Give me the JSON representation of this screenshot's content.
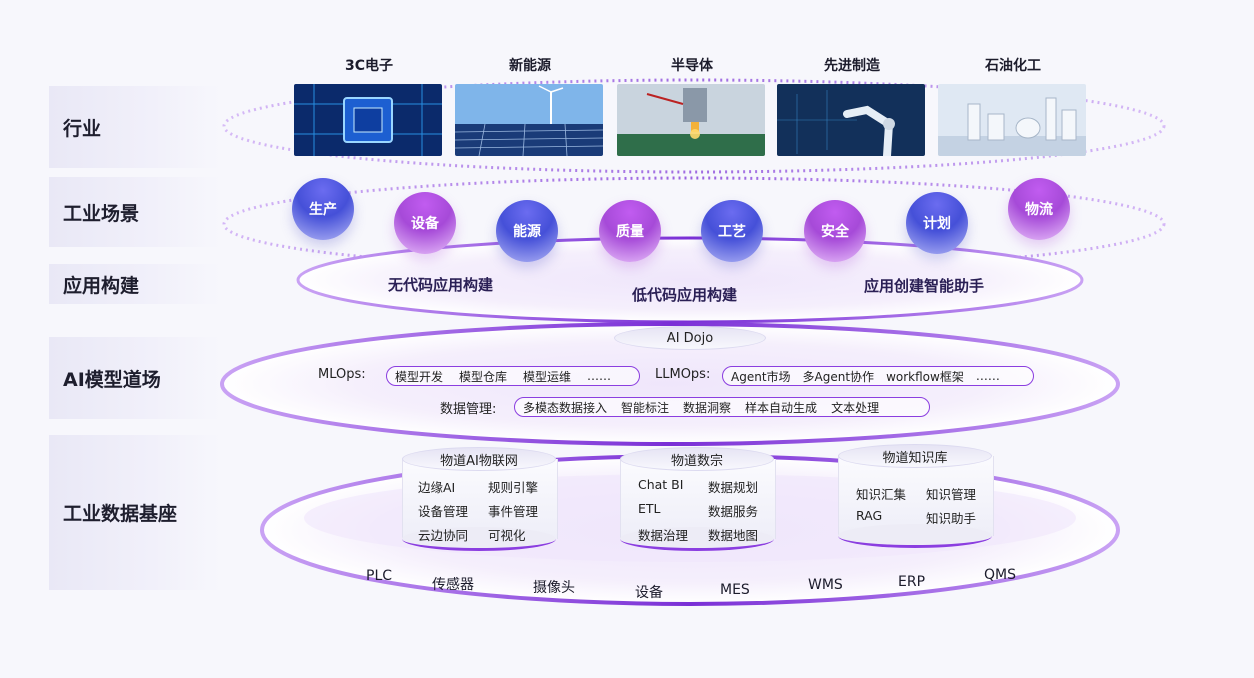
{
  "layers": [
    "行业",
    "工业场景",
    "应用构建",
    "AI模型道场",
    "工业数据基座"
  ],
  "industries": [
    "3C电子",
    "新能源",
    "半导体",
    "先进制造",
    "石油化工"
  ],
  "industry_image_icons": [
    "chip-image",
    "solar-wind-image",
    "semiconductor-image",
    "robot-arm-image",
    "refinery-image"
  ],
  "scenarios": [
    "生产",
    "设备",
    "能源",
    "质量",
    "工艺",
    "安全",
    "计划",
    "物流"
  ],
  "apps": [
    "无代码应用构建",
    "低代码应用构建",
    "应用创建智能助手"
  ],
  "ai_dojo": {
    "title": "AI Dojo",
    "mlops_label": "MLOps:",
    "mlops_items": [
      "模型开发",
      "模型仓库",
      "模型运维",
      "……"
    ],
    "llmops_label": "LLMOps:",
    "llmops_items": [
      "Agent市场",
      "多Agent协作",
      "workflow框架",
      "……"
    ],
    "data_label": "数据管理:",
    "data_items": [
      "多模态数据接入",
      "智能标注",
      "数据洞察",
      "样本自动生成",
      "文本处理"
    ]
  },
  "platforms": [
    {
      "title": "物道AI物联网",
      "items": [
        "边缘AI",
        "规则引擎",
        "设备管理",
        "事件管理",
        "云边协同",
        "可视化"
      ]
    },
    {
      "title": "物道数宗",
      "items": [
        "Chat BI",
        "数据规划",
        "ETL",
        "数据服务",
        "数据治理",
        "数据地图"
      ]
    },
    {
      "title": "物道知识库",
      "items": [
        "知识汇集",
        "知识管理",
        "RAG",
        "知识助手"
      ]
    }
  ],
  "sources": [
    "PLC",
    "传感器",
    "摄像头",
    "设备",
    "MES",
    "WMS",
    "ERP",
    "QMS"
  ],
  "colors": {
    "accent_purple": "#8b3ee0",
    "orb_blue": "#4550d8",
    "orb_purple": "#a64ad8"
  }
}
